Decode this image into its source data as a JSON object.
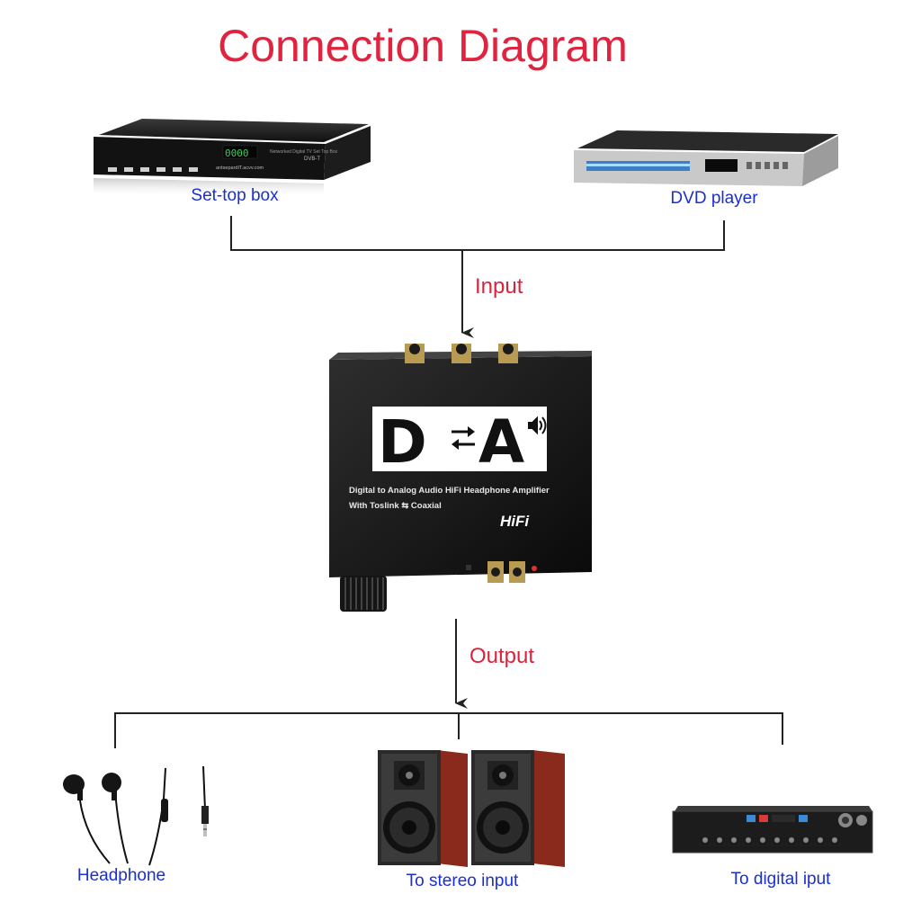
{
  "title": "Connection Diagram",
  "flow": {
    "input_label": "Input",
    "output_label": "Output"
  },
  "inputs": [
    {
      "label": "Set-top box",
      "display": "0000",
      "brand": "antsepardIT.acvv.com",
      "subtitle": "Networked Digital TV Set Top Box",
      "model": "DVB-T"
    },
    {
      "label": "DVD player"
    }
  ],
  "device": {
    "logo_left": "D",
    "logo_right": "A",
    "description": "Digital to Analog Audio HiFi Headphone Amplifier",
    "subline": "With Toslink ⇆ Coaxial",
    "badge": "HiFi"
  },
  "outputs": [
    {
      "label": "Headphone"
    },
    {
      "label": "To stereo input"
    },
    {
      "label": "To digital iput"
    }
  ],
  "colors": {
    "title": "#e0243f",
    "labels": "#1a2fd0",
    "flow_labels": "#d8243c",
    "lines": "#222222"
  }
}
